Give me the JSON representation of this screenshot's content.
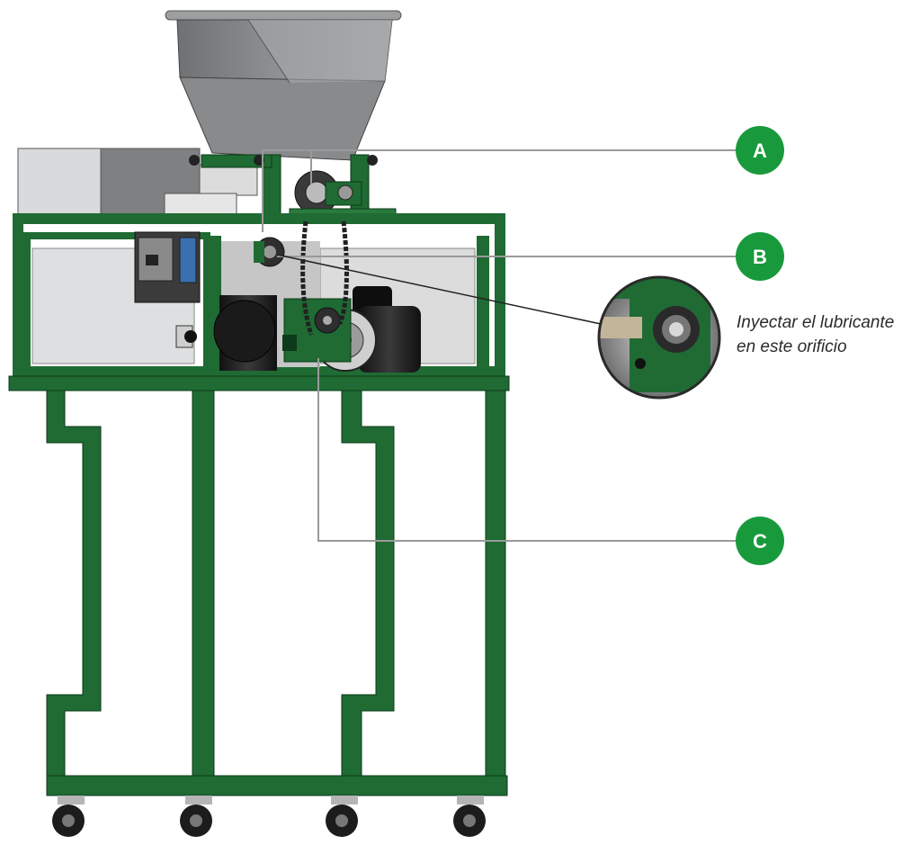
{
  "callouts": [
    {
      "label": "A"
    },
    {
      "label": "B"
    },
    {
      "label": "C"
    }
  ],
  "note": {
    "line1": "Inyectar el lubricante",
    "line2": "en este orificio"
  },
  "colors": {
    "frame_green": "#1f6b33",
    "badge_green": "#189a3c",
    "hopper_gray": "#8a8c8e",
    "panel_light": "#dedfe0",
    "leader_gray": "#9a9a9a"
  }
}
